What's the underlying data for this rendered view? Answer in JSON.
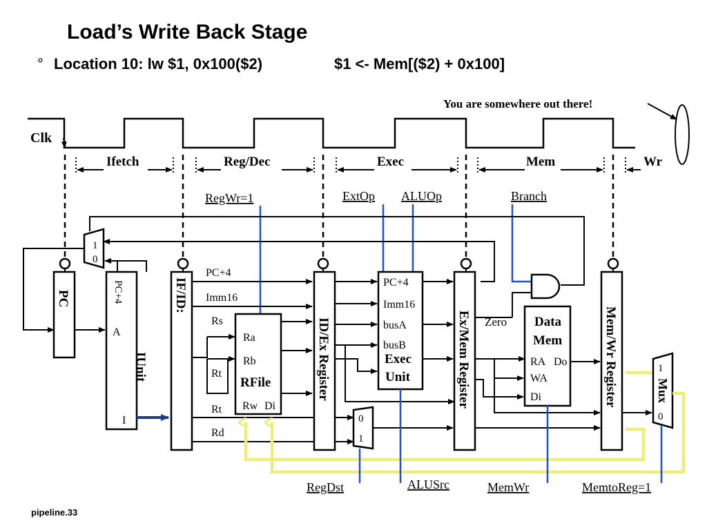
{
  "slide": {
    "title": "Load’s Write Back Stage",
    "bullet_marker": "°",
    "subtitle_left": "Location 10: lw  $1, 0x100($2)",
    "subtitle_right": "$1 <-  Mem[($2) +  0x100]",
    "footer": "pipeline.33"
  },
  "annotation": "You are somewhere out there!",
  "clock_label": "Clk",
  "stages": [
    "Ifetch",
    "Reg/Dec",
    "Exec",
    "Mem",
    "Wr"
  ],
  "controls": {
    "regwr": "RegWr=1",
    "extop": "ExtOp",
    "aluop": "ALUOp",
    "branch": "Branch",
    "regdst": "RegDst",
    "alusrc": "ALUSrc",
    "memwr": "MemWr",
    "memtoreg": "MemtoReg=1"
  },
  "blocks": {
    "pc": "PC",
    "iunit": "IUnit",
    "ifid": "IF/ID:",
    "idex": "ID/Ex Register",
    "exmem": "Ex/Mem Register",
    "memwr": "Mem/Wr Register",
    "rfile": "RFile",
    "exec_line1": "Exec",
    "exec_line2": "Unit",
    "dmem_line1": "Data",
    "dmem_line2": "Mem",
    "mux": "Mux"
  },
  "ports": {
    "iunit_pc4": "PC+4",
    "iunit_a": "A",
    "iunit_i": "I",
    "ra": "Ra",
    "rb": "Rb",
    "rw": "Rw",
    "di": "Di",
    "exec_pc4": "PC+4",
    "exec_imm16": "Imm16",
    "exec_busa": "busA",
    "exec_busb": "busB",
    "dmem_ra": "RA",
    "dmem_do": "Do",
    "dmem_wa": "WA",
    "dmem_di": "Di",
    "zero": "Zero"
  },
  "wires": {
    "pc4": "PC+4",
    "imm16": "Imm16",
    "rs": "Rs",
    "rt1": "Rt",
    "rt2": "Rt",
    "rd": "Rd"
  },
  "mux_inputs": {
    "top_1": "1",
    "top_0": "0",
    "regdst_0": "0",
    "regdst_1": "1",
    "wb_1": "1",
    "wb_0": "0"
  }
}
